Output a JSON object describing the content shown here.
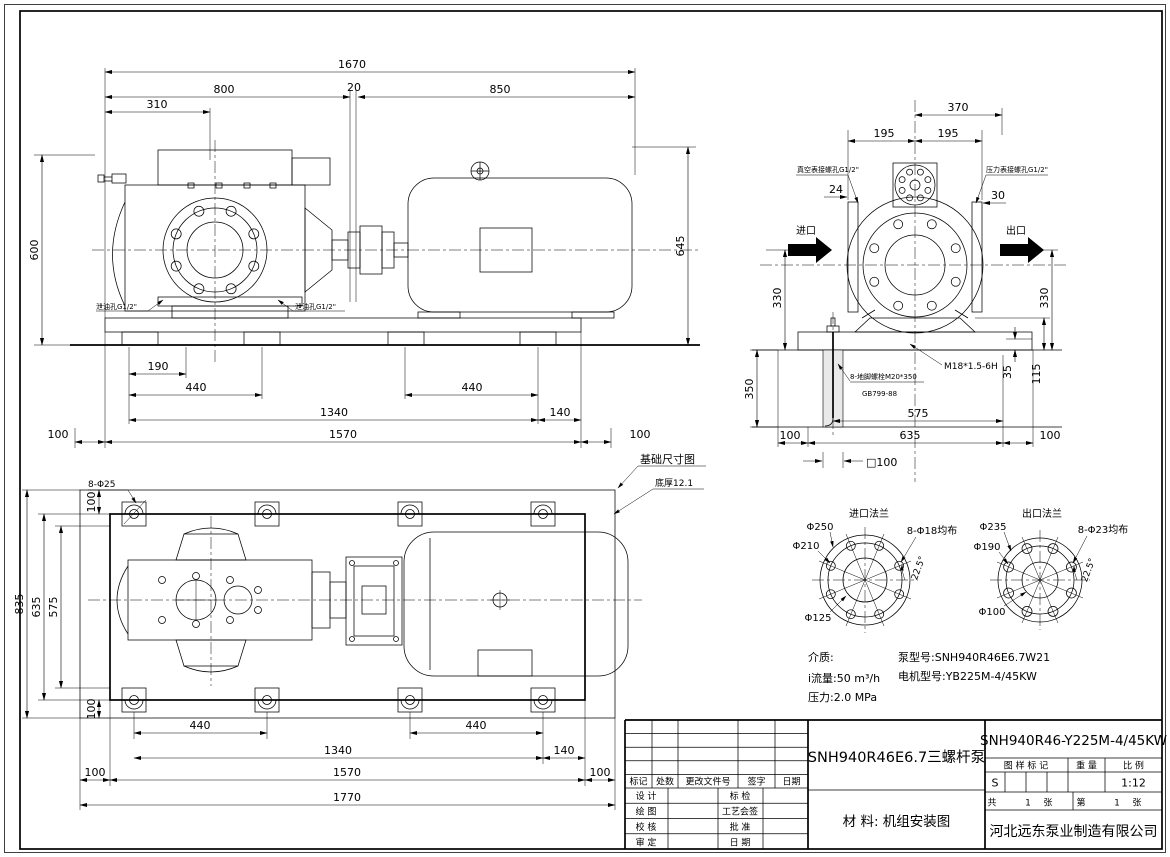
{
  "side": {
    "d1670": "1670",
    "d800": "800",
    "d20": "20",
    "d850": "850",
    "d310": "310",
    "d600": "600",
    "d645": "645",
    "d190": "190",
    "d440a": "440",
    "d440b": "440",
    "d1340": "1340",
    "d140": "140",
    "d1570": "1570",
    "d100l": "100",
    "d100r": "100",
    "drain_left": "泄油孔G1/2\"",
    "drain_right": "泄油孔G1/2\""
  },
  "front": {
    "d370": "370",
    "d195a": "195",
    "d195b": "195",
    "d24": "24",
    "d30": "30",
    "vacuum_label": "真空表接螺孔G1/2\"",
    "pressure_label": "压力表接螺孔G1/2\"",
    "inlet": "进口",
    "outlet": "出口",
    "d330l": "330",
    "d330r": "330",
    "d350": "350",
    "d35": "35",
    "d115": "115",
    "thread": "M18*1.5-6H",
    "anchor1": "8-地脚螺栓M20*350",
    "anchor2": "GB799-88",
    "d575": "575",
    "d635": "635",
    "d100l": "100",
    "d100r": "100",
    "sq100": "□100"
  },
  "plan": {
    "holes": "8-Φ25",
    "found_title": "基础尺寸图",
    "base_note": "底厚12.1",
    "d835": "835",
    "d635": "635",
    "d575": "575",
    "d100t": "100",
    "d100b": "100",
    "d440a": "440",
    "d440b": "440",
    "d1340": "1340",
    "d140": "140",
    "d1570": "1570",
    "d100l": "100",
    "d100r": "100",
    "d1770": "1770"
  },
  "inlet_flange": {
    "title": "进口法兰",
    "dia_outer": "Φ250",
    "dia_bolt": "Φ210",
    "dia_inner": "Φ125",
    "holes": "8-Φ18均布",
    "angle": "22.5°"
  },
  "outlet_flange": {
    "title": "出口法兰",
    "dia_outer": "Φ235",
    "dia_bolt": "Φ190",
    "dia_inner": "Φ100",
    "holes": "8-Φ23均布",
    "angle": "22.5°"
  },
  "notes": {
    "medium": "介质:",
    "flow": "i流量:50 m³/h",
    "pressure": "压力:2.0 MPa",
    "pump_model": "泵型号:SNH940R46E6.7W21",
    "motor_model": "电机型号:YB225M-4/45KW"
  },
  "titleblock": {
    "part_name": "SNH940R46E6.7三螺杆泵",
    "code": "SNH940R46-Y225M-4/45KW",
    "material_label": "材 料: 机组安装图",
    "company": "河北远东泵业制造有限公司",
    "rev_headers": [
      "标记",
      "处数",
      "更改文件号",
      "签字",
      "日期"
    ],
    "roles_left": [
      "设 计",
      "绘 图",
      "校 核",
      "审 定"
    ],
    "roles_mid": [
      "标 检",
      "工艺会签",
      "批 准",
      "日 期"
    ],
    "mark_header": "图 样 标 记",
    "weight_header": "重 量",
    "scale_header": "比 例",
    "mark_value": "S",
    "scale_value": "1:12",
    "sheets_label": "共",
    "sheets_count": "1",
    "sheets_unit": "张",
    "sheet_label": "第",
    "sheet_count": "1",
    "sheet_unit": "张"
  }
}
